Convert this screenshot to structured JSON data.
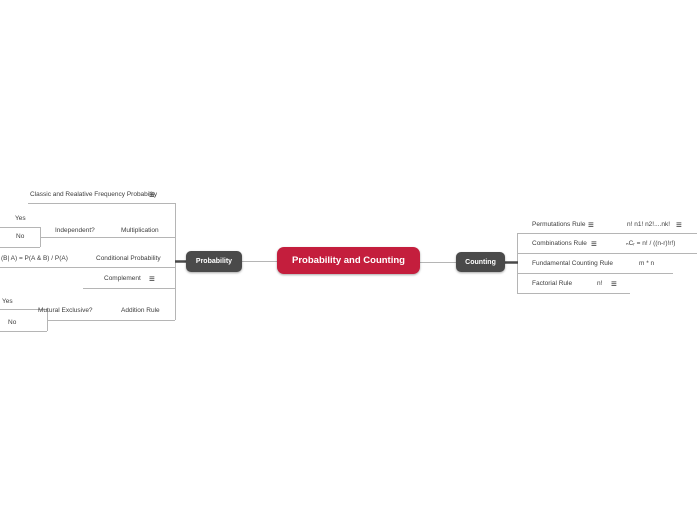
{
  "icons": {
    "notes": "≡"
  },
  "colors": {
    "root": "#c41e3d",
    "node": "#4a4a4a",
    "line": "#b5b5b5",
    "text": "#3d3d3d"
  },
  "root": {
    "label": "Probability and Counting"
  },
  "left": {
    "node_label": "Probability",
    "branches": [
      {
        "label": "Classic and Realative Frequency Probability"
      },
      {
        "label": "Multiplication",
        "question": "Independent?",
        "yes": "Yes",
        "no": "No"
      },
      {
        "label": "Conditional Probability",
        "formula": "(B| A) = P(A & B) / P(A)"
      },
      {
        "label": "Complement"
      },
      {
        "label": "Addition Rule",
        "question": "Mutural Exclusive?",
        "yes": "Yes",
        "no": "No"
      }
    ]
  },
  "right": {
    "node_label": "Counting",
    "branches": [
      {
        "label": "Permutations Rule",
        "formula": "n! n1! n2!....nk!"
      },
      {
        "label": "Combinations Rule",
        "formula": "ₙCᵣ = n! / ((n-r)!r!)"
      },
      {
        "label": "Fundamental Counting Rule",
        "formula": "m * n"
      },
      {
        "label": "Factorial Rule",
        "formula": "n!"
      }
    ]
  }
}
